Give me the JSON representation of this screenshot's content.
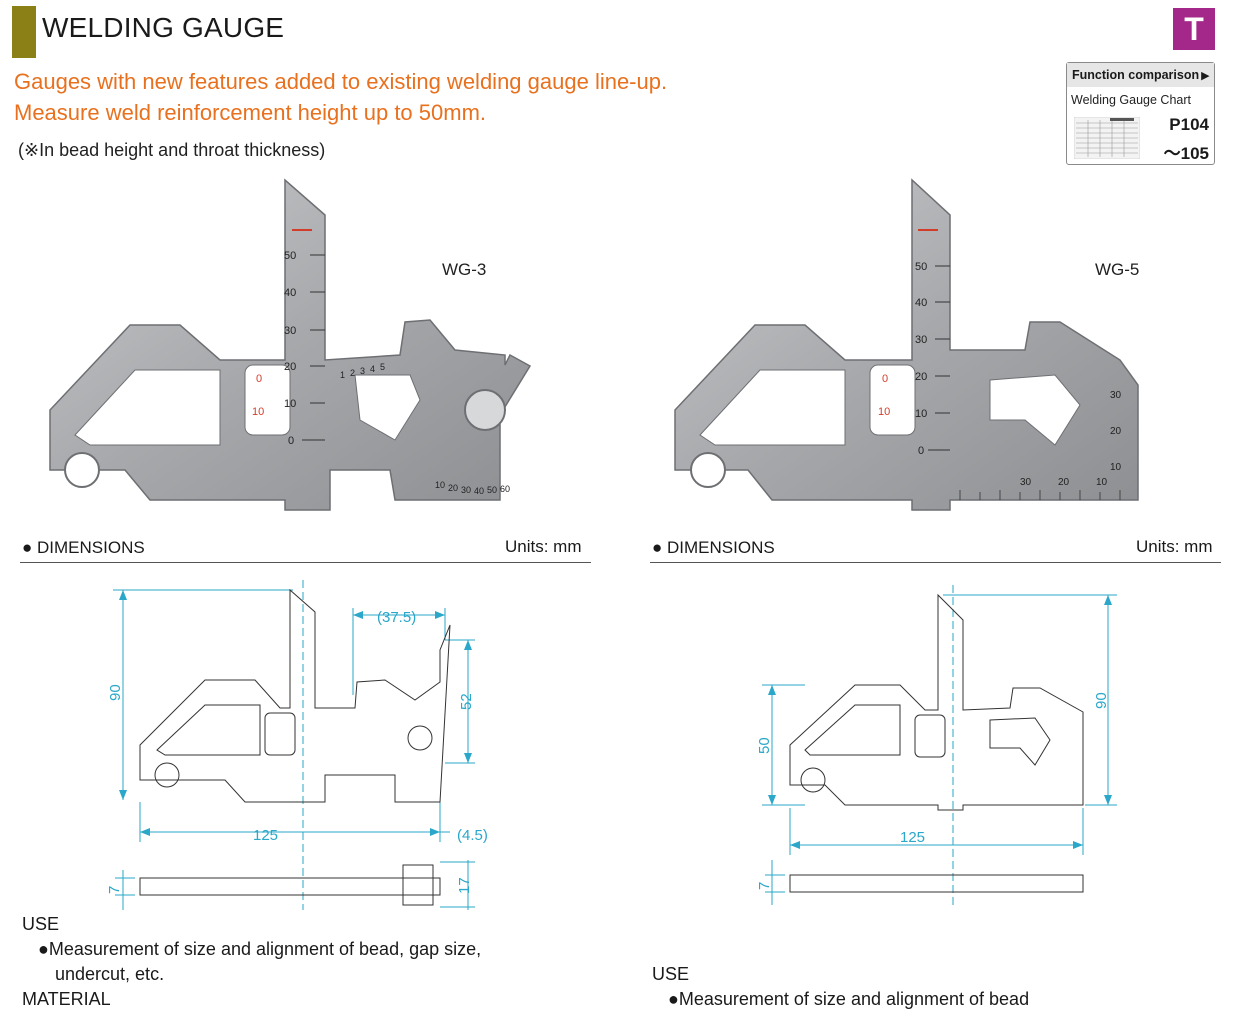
{
  "header": {
    "title": "WELDING GAUGE",
    "badge": "T",
    "headline_1": "Gauges with new features added to existing welding gauge line-up.",
    "headline_2": "Measure weld reinforcement height up to 50mm.",
    "note": "(※In bead height and throat thickness)"
  },
  "function_comparison": {
    "heading": "Function comparison",
    "chart_name": "Welding Gauge Chart",
    "page_1": "P104",
    "page_2": "～105"
  },
  "products": [
    {
      "model": "WG-3",
      "section": "DIMENSIONS",
      "units": "Units: mm",
      "dims": {
        "height": "90",
        "width": "125",
        "offset": "(37.5)",
        "height2": "52",
        "extra": "(4.5)",
        "thickness": "7",
        "total_thickness": "17"
      },
      "use_heading": "USE",
      "use_text_1": "●Measurement of size and alignment of bead, gap size,",
      "use_text_2": "undercut, etc.",
      "material_heading": "MATERIAL"
    },
    {
      "model": "WG-5",
      "section": "DIMENSIONS",
      "units": "Units: mm",
      "dims": {
        "height": "90",
        "width": "125",
        "height2": "50",
        "thickness": "7"
      },
      "use_heading": "USE",
      "use_text_1": "●Measurement of size and alignment of bead"
    }
  ],
  "scales": {
    "vertical": [
      "50",
      "40",
      "30",
      "20",
      "10",
      "0"
    ],
    "red": [
      "0",
      "10"
    ],
    "bottom": [
      "30",
      "20",
      "10"
    ],
    "right": [
      "30",
      "20",
      "10"
    ],
    "angles": [
      "10",
      "20",
      "30",
      "40",
      "50",
      "60"
    ],
    "small": [
      "1",
      "2",
      "3",
      "4",
      "5"
    ]
  },
  "colors": {
    "title_bar": "#8a8016",
    "badge": "#a3288a",
    "headline": "#e8711f",
    "dimension_line": "#2aa7c9"
  }
}
